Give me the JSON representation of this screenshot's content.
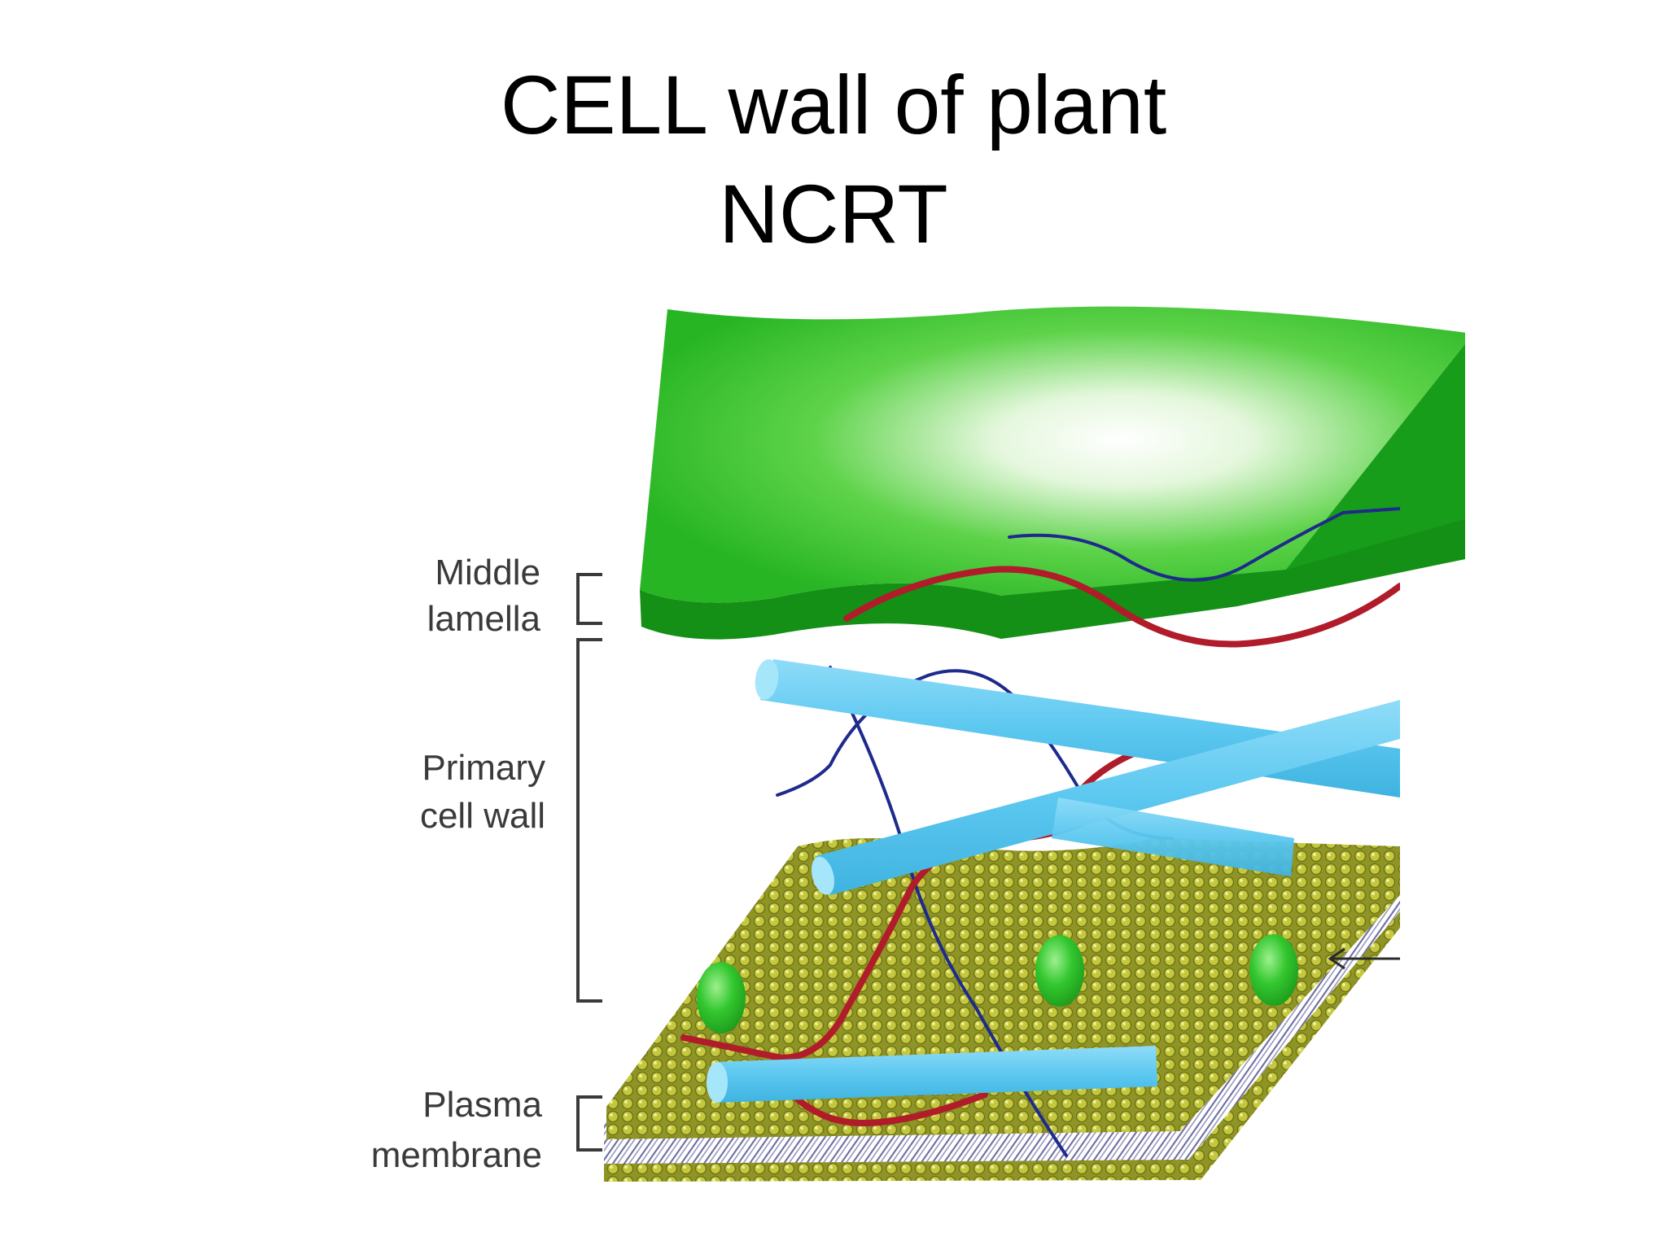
{
  "slide": {
    "title_line1": "CELL wall of plant",
    "title_line2": "NCRT"
  },
  "diagram": {
    "labels": {
      "middle_lamella": [
        "Middle",
        "lamella"
      ],
      "primary_cell_wall": [
        "Primary",
        "cell wall"
      ],
      "plasma_membrane": [
        "Plasma",
        "membrane"
      ]
    },
    "colors": {
      "middle_lamella": "#22b520",
      "middle_lamella_edge": "#139015",
      "cellulose_microfibril": "#5cc8f0",
      "pectin_strand": "#b01c2a",
      "hemicellulose_strand": "#1e2a8c",
      "membrane_lipid_head": "#a9ad2c",
      "membrane_protein": "#2ec42c",
      "bracket": "#3a3a3a"
    }
  }
}
